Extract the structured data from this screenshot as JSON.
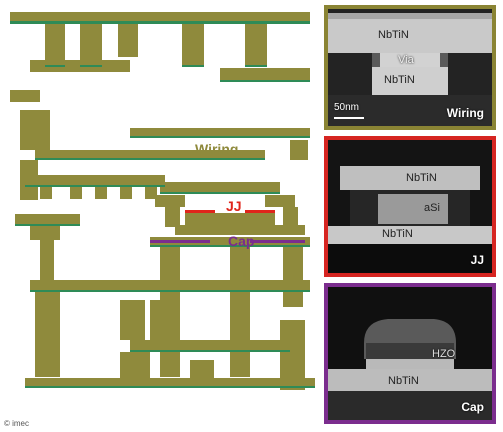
{
  "colors": {
    "metal": "#8f8a3c",
    "interface_green": "#2e8b57",
    "jj_red": "#e0251b",
    "cap_purple": "#7b2d8e",
    "wiring_frame": "#8a8434",
    "jj_frame": "#d62521",
    "cap_frame": "#7b2d8e"
  },
  "labels": {
    "wiring": "Wiring",
    "jj": "JJ",
    "cap": "Cap"
  },
  "panels": {
    "wiring": {
      "top_layer": "NbTiN",
      "via": "Via",
      "bottom_layer": "NbTiN",
      "scale_bar": "50nm",
      "badge": "Wiring"
    },
    "jj": {
      "top_layer": "NbTiN",
      "barrier": "aSi",
      "bottom_layer": "NbTiN",
      "badge": "JJ"
    },
    "cap": {
      "dielectric": "HZO",
      "bottom_layer": "NbTiN",
      "badge": "Cap"
    }
  },
  "credit": "© imec"
}
